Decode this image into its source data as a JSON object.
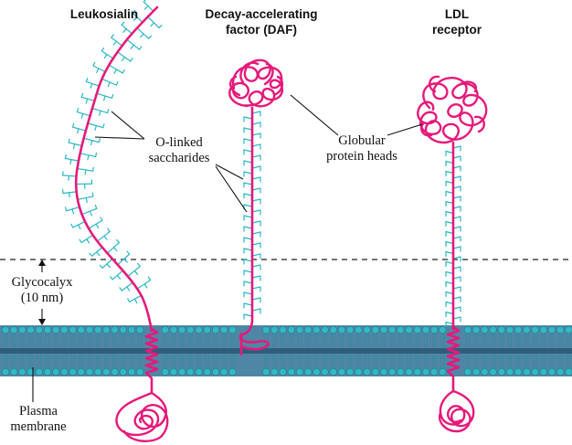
{
  "labels": {
    "leukosialin": "Leukosialin",
    "daf_line1": "Decay-accelerating",
    "daf_line2": "factor (DAF)",
    "ldl_line1": "LDL",
    "ldl_line2": "receptor",
    "olinked_line1": "O-linked",
    "olinked_line2": "saccharides",
    "globular_line1": "Globular",
    "globular_line2": "protein heads",
    "glycocalyx_line1": "Glycocalyx",
    "glycocalyx_line2": "(10 nm)",
    "membrane_line1": "Plasma",
    "membrane_line2": "membrane"
  },
  "colors": {
    "protein": "#e6197a",
    "saccharide": "#2ab7c7",
    "lipid_head": "#33b8c4",
    "lipid_tail": "#3a8a9a",
    "membrane_band": "#4a7fa0",
    "text": "#111111"
  }
}
